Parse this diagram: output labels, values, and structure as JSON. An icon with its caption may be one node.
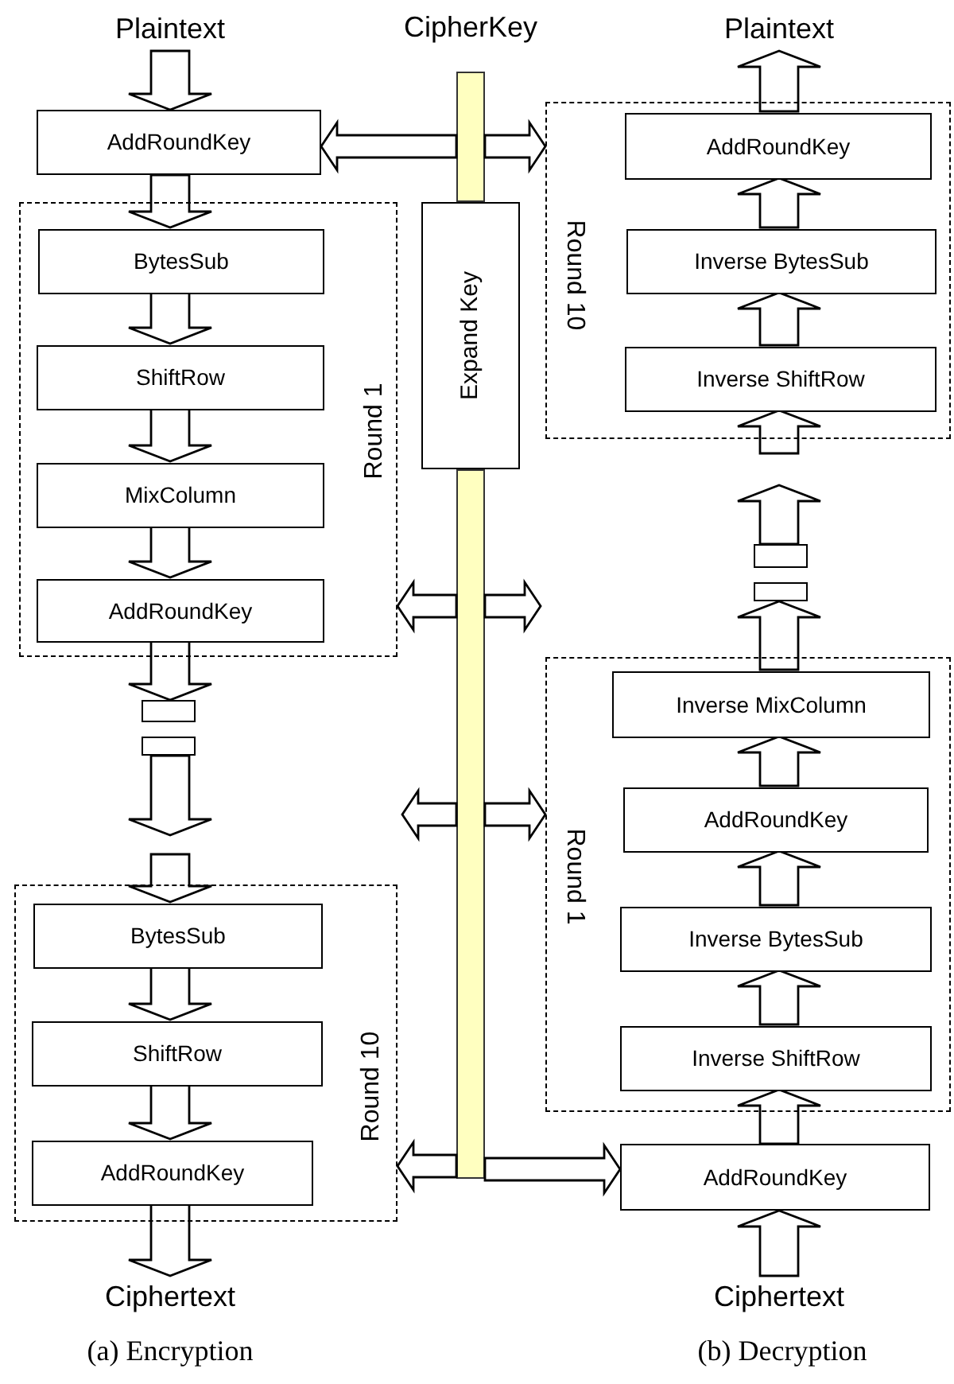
{
  "diagram": {
    "nodes": [
      {
        "text": [
          "Plaintext"
        ]
      },
      {
        "text": [
          "AddRoundKey"
        ]
      },
      {
        "text": [
          "Round 1"
        ]
      },
      {
        "text": [
          "BytesSub"
        ],
        "in": 2
      },
      {
        "text": [
          "ShiftRow"
        ],
        "in": 2
      },
      {
        "text": [
          "MixColumn"
        ],
        "in": 2
      },
      {
        "text": [
          "AddRoundKey"
        ],
        "in": 2
      },
      {
        "text": [],
        "shape": "box"
      },
      {
        "text": [],
        "shape": "box"
      },
      {
        "text": [
          "Round 10"
        ]
      },
      {
        "text": [
          "BytesSub"
        ],
        "in": 9
      },
      {
        "text": [
          "ShiftRow"
        ],
        "in": 9
      },
      {
        "text": [
          "AddRoundKey"
        ],
        "in": 9
      },
      {
        "text": [
          "Ciphertext"
        ]
      },
      {
        "text": [],
        "shape": "bar"
      },
      {
        "text": [
          "Expand Key"
        ]
      },
      {
        "text": [
          "Plaintext"
        ]
      },
      {
        "text": [
          "Round 10"
        ]
      },
      {
        "text": [
          "AddRoundKey"
        ],
        "in": 17
      },
      {
        "text": [
          "Inverse BytesSub"
        ],
        "in": 17
      },
      {
        "text": [
          "Inverse ShiftRow"
        ],
        "in": 17
      },
      {
        "text": [],
        "shape": "box"
      },
      {
        "text": [],
        "shape": "box"
      },
      {
        "text": [
          "Round 1"
        ]
      },
      {
        "text": [
          "Inverse MixColumn"
        ],
        "in": 23
      },
      {
        "text": [
          "AddRoundKey"
        ],
        "in": 23
      },
      {
        "text": [
          "Inverse BytesSub"
        ],
        "in": 23
      },
      {
        "text": [
          "Inverse ShiftRow"
        ],
        "in": 23
      },
      {
        "text": [
          "AddRoundKey"
        ]
      },
      {
        "text": [
          "Ciphertext"
        ]
      },
      {
        "text": [],
        "shape": "bar"
      }
    ],
    "edges": [
      {
        "from": 0,
        "to": 1,
        "arrow": "to"
      },
      {
        "from": 1,
        "to": 3,
        "arrow": "to"
      },
      {
        "from": 3,
        "to": 4,
        "arrow": "to"
      },
      {
        "from": 4,
        "to": 5,
        "arrow": "to"
      },
      {
        "from": 5,
        "to": 6,
        "arrow": "to"
      },
      {
        "from": 6,
        "to": 7,
        "arrow": "to"
      },
      {
        "from": 8,
        "to": null,
        "arrow": "to"
      },
      {
        "from": null,
        "to": 10,
        "arrow": "to"
      },
      {
        "from": 10,
        "to": 11,
        "arrow": "to"
      },
      {
        "from": 11,
        "to": 12,
        "arrow": "to"
      },
      {
        "from": 12,
        "to": 13,
        "arrow": "to"
      },
      {
        "from": 14,
        "to": 1,
        "arrow": "to"
      },
      {
        "from": 30,
        "to": 2,
        "arrow": "to"
      },
      {
        "from": 30,
        "to": null,
        "arrow": "to"
      },
      {
        "from": 30,
        "to": 9,
        "arrow": "to"
      },
      {
        "from": 14,
        "to": 17,
        "arrow": "to"
      },
      {
        "from": 30,
        "to": null,
        "arrow": "to"
      },
      {
        "from": 30,
        "to": 23,
        "arrow": "to"
      },
      {
        "from": 30,
        "to": 28,
        "arrow": "to"
      },
      {
        "from": 29,
        "to": 28,
        "arrow": "to"
      },
      {
        "from": 28,
        "to": 27,
        "arrow": "to"
      },
      {
        "from": 27,
        "to": 26,
        "arrow": "to"
      },
      {
        "from": 26,
        "to": 25,
        "arrow": "to"
      },
      {
        "from": 25,
        "to": 24,
        "arrow": "to"
      },
      {
        "from": 24,
        "to": 22,
        "arrow": "to"
      },
      {
        "from": 21,
        "to": null,
        "arrow": "to"
      },
      {
        "from": null,
        "to": 20,
        "arrow": "to"
      },
      {
        "from": 20,
        "to": 19,
        "arrow": "to"
      },
      {
        "from": 19,
        "to": 18,
        "arrow": "to"
      },
      {
        "from": 18,
        "to": 16,
        "arrow": "to"
      }
    ],
    "labels": [
      "CipherKey",
      "(a) Encryption",
      "(b) Decryption"
    ]
  }
}
